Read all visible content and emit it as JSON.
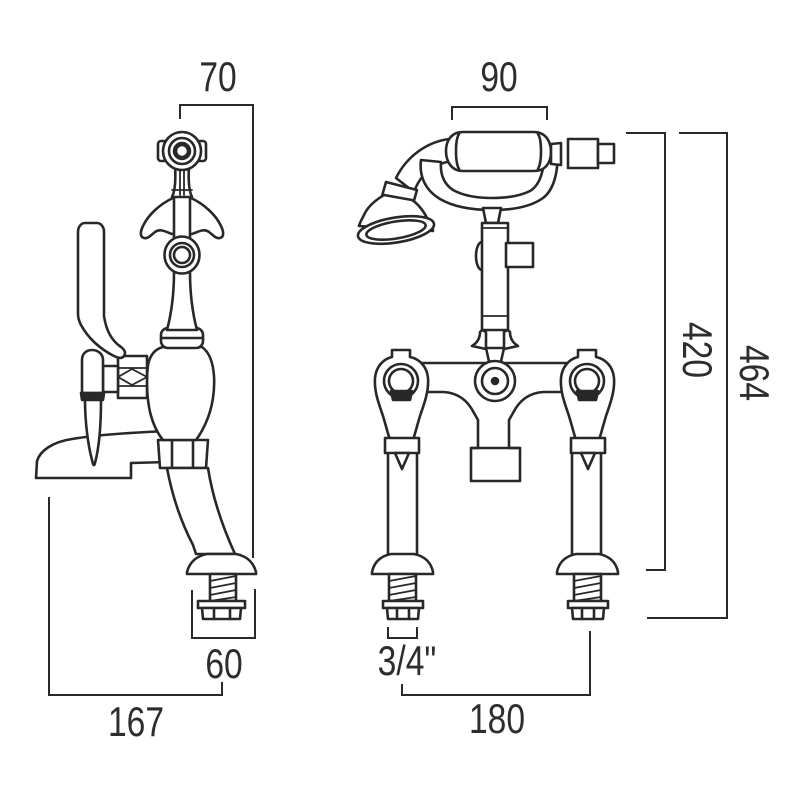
{
  "drawing": {
    "kind": "technical-dimension-drawing",
    "views": [
      "side-view",
      "front-view"
    ],
    "subject_names": [
      "bath-shower-mixer-side-profile",
      "bath-shower-mixer-front-profile"
    ],
    "colors": {
      "background": "#ffffff",
      "line": "#2a2728",
      "text": "#2d2d2d"
    }
  },
  "dimensions": {
    "d70": "70",
    "d90": "90",
    "d420": "420",
    "d464": "464",
    "d60": "60",
    "d34": "3/4\"",
    "d167": "167",
    "d180": "180"
  }
}
